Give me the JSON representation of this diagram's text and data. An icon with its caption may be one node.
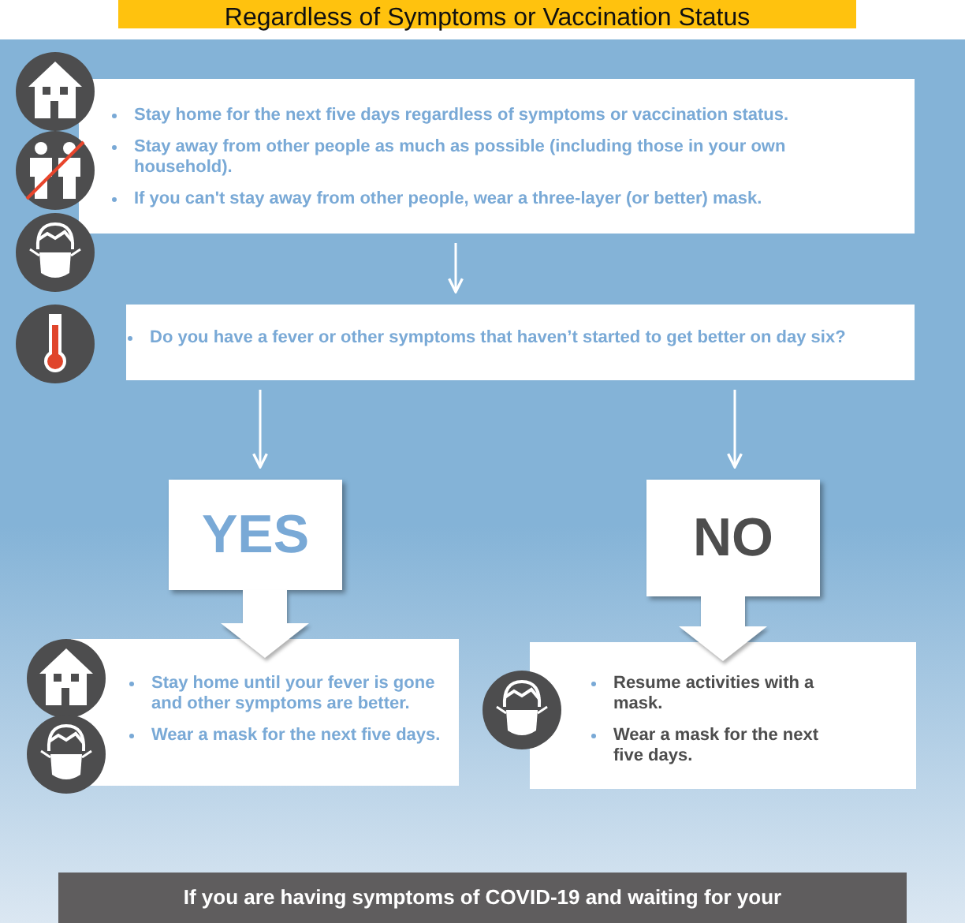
{
  "diagram": {
    "title": "Regardless of Symptoms or Vaccination Status",
    "nodes": [
      {
        "text": [
          "Stay home for the next five days regardless of symptoms or vaccination status.",
          "Stay away from other people as much as possible (including those in your own household).",
          "If you can't stay away from other people, wear a three-layer (or better) mask."
        ]
      },
      {
        "text": [
          "Do you have a fever or other symptoms that haven’t started to get better on day six?"
        ]
      },
      {
        "text": [
          "YES"
        ]
      },
      {
        "text": [
          "NO"
        ]
      },
      {
        "text": [
          "Stay home until your fever is gone and other symptoms are better.",
          "Wear a mask for the next five days."
        ]
      },
      {
        "text": [
          "Resume activities with a mask.",
          "Wear a mask for the next five days."
        ]
      },
      {
        "text": [
          "If you are having symptoms of COVID-19 and waiting for your"
        ]
      }
    ],
    "edges": [
      {
        "from": 0,
        "to": 1,
        "arrow": "to"
      },
      {
        "from": 1,
        "to": 2,
        "arrow": "to"
      },
      {
        "from": 1,
        "to": 3,
        "arrow": "to"
      },
      {
        "from": 2,
        "to": 4,
        "arrow": "to",
        "style": "thick"
      },
      {
        "from": 3,
        "to": 5,
        "arrow": "to",
        "style": "thick"
      }
    ]
  }
}
